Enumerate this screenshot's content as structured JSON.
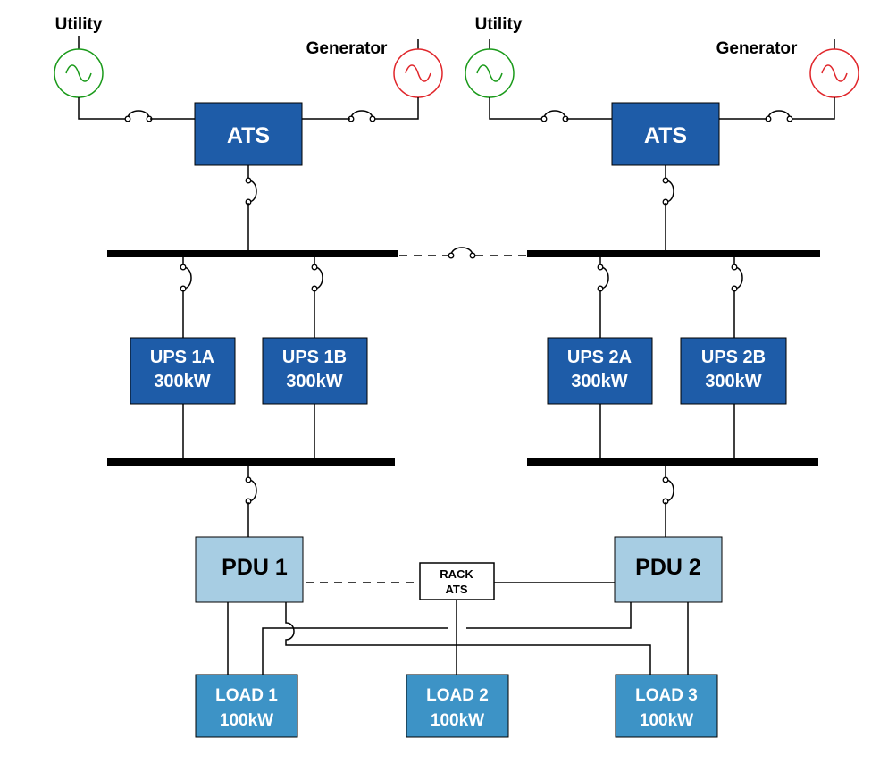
{
  "title": "",
  "sources": {
    "utility_label": "Utility",
    "generator_label": "Generator",
    "utility_color": "#1a9a1a",
    "generator_color": "#e0262b",
    "source_icon": "ac-sine-icon"
  },
  "ats_label": "ATS",
  "ups": [
    {
      "name": "UPS 1A",
      "rating": "300kW"
    },
    {
      "name": "UPS 1B",
      "rating": "300kW"
    },
    {
      "name": "UPS 2A",
      "rating": "300kW"
    },
    {
      "name": "UPS 2B",
      "rating": "300kW"
    }
  ],
  "pdu": [
    {
      "name": "PDU 1"
    },
    {
      "name": "PDU 2"
    }
  ],
  "rack_ats": {
    "line1": "RACK",
    "line2": "ATS"
  },
  "loads": [
    {
      "name": "LOAD 1",
      "rating": "100kW"
    },
    {
      "name": "LOAD 2",
      "rating": "100kW"
    },
    {
      "name": "LOAD 3",
      "rating": "100kW"
    }
  ],
  "colors": {
    "ats_fill": "#1e5ca8",
    "ups_fill": "#1e5ca8",
    "pdu_fill": "#a7cde3",
    "load_fill": "#3d93c6",
    "rack_ats_fill": "#ffffff"
  }
}
